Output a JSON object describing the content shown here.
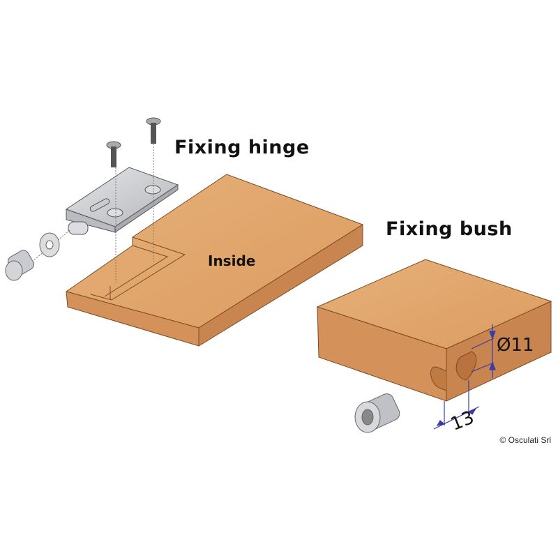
{
  "labels": {
    "fixing_hinge": "Fixing hinge",
    "fixing_bush": "Fixing bush",
    "inside": "Inside"
  },
  "dimensions": {
    "diameter": "Ø11",
    "depth": "13"
  },
  "copyright": "© Osculati Srl",
  "colors": {
    "wood_top": "#e2a86c",
    "wood_front": "#d4915a",
    "wood_side": "#c98550",
    "metal": "#c9cbd0",
    "dimension_line": "#3a3aa8"
  }
}
